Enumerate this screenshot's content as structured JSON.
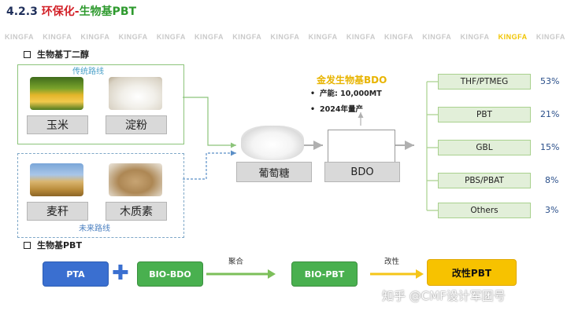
{
  "header": {
    "section_number": "4.2.3",
    "title_red": "环保化-",
    "title_green": "生物基PBT"
  },
  "brand_strip": {
    "word": "KINGFA",
    "count": 15,
    "highlight_index": 13
  },
  "section1": {
    "label": "生物基丁二醇",
    "traditional_route": {
      "label": "传统路线",
      "items": [
        {
          "name": "玉米",
          "photo_icon": "corn-photo"
        },
        {
          "name": "淀粉",
          "photo_icon": "starch-photo"
        }
      ]
    },
    "future_route": {
      "label": "未来路线",
      "items": [
        {
          "name": "麦秆",
          "photo_icon": "wheat-straw-photo"
        },
        {
          "name": "木质素",
          "photo_icon": "lignin-photo"
        }
      ]
    },
    "intermediate": {
      "name": "葡萄糖",
      "photo_icon": "glucose-photo"
    },
    "product": {
      "name": "BDO",
      "structure_icon": "bdo-structure-icon"
    },
    "kingfa": {
      "title": "金发生物基BDO",
      "bullets": [
        "产能: 10,000MT",
        "2024年量产"
      ]
    },
    "applications": [
      {
        "name": "THF/PTMEG",
        "share": "53%"
      },
      {
        "name": "PBT",
        "share": "21%"
      },
      {
        "name": "GBL",
        "share": "15%"
      },
      {
        "name": "PBS/PBAT",
        "share": "8%"
      },
      {
        "name": "Others",
        "share": "3%"
      }
    ]
  },
  "section2": {
    "label": "生物基PBT",
    "flow": {
      "input1": "PTA",
      "plus": "✚",
      "input2": "BIO-BDO",
      "step1_label": "聚合",
      "output1": "BIO-PBT",
      "step2_label": "改性",
      "output2": "改性PBT"
    }
  },
  "watermark": "知乎 @CMF设计军团号",
  "colors": {
    "accent_red": "#d21f26",
    "accent_green": "#2e9a2e",
    "kingfa_yellow": "#f7c200",
    "pta_blue": "#3a6fd0",
    "share_blue": "#2a4f8a"
  }
}
